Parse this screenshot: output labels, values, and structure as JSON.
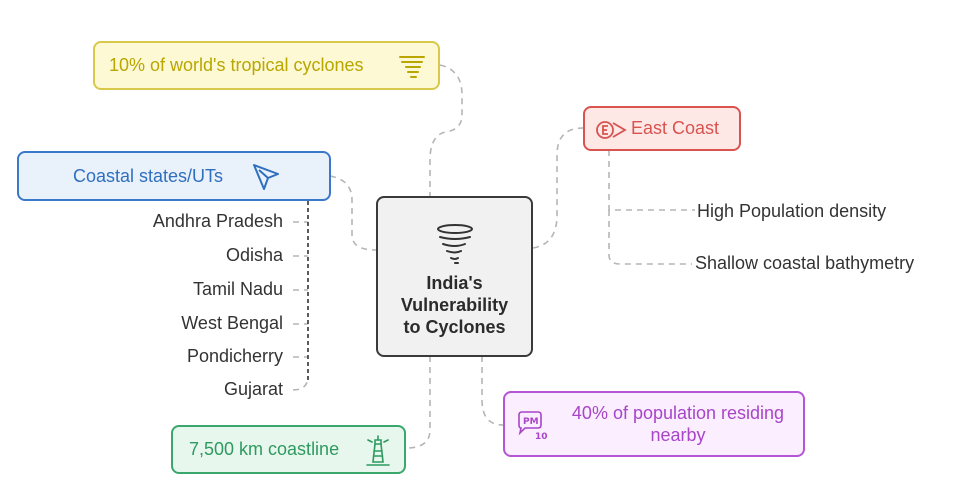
{
  "center": {
    "title_lines": [
      "India's",
      "Vulnerability",
      "to Cyclones"
    ],
    "icon": "tornado-icon"
  },
  "cyclones": {
    "label": "10% of world's tropical cyclones",
    "icon": "tornado-icon",
    "color": "#c9b800"
  },
  "coastal": {
    "label": "Coastal states/UTs",
    "icon": "arrow-cursor-icon",
    "color": "#3a78c9",
    "states": [
      "Andhra Pradesh",
      "Odisha",
      "Tamil Nadu",
      "West Bengal",
      "Pondicherry",
      "Gujarat"
    ]
  },
  "east_coast": {
    "label": "East Coast",
    "icon": "currency-fish-icon",
    "color": "#d9534f",
    "items": [
      "High Population density",
      "Shallow coastal bathymetry"
    ]
  },
  "population": {
    "label_lines": [
      "40% of population residing",
      "nearby"
    ],
    "icon": "pm10-icon",
    "color": "#b455d6"
  },
  "coastline": {
    "label": "7,500 km coastline",
    "icon": "lighthouse-icon",
    "color": "#3aa76d"
  }
}
